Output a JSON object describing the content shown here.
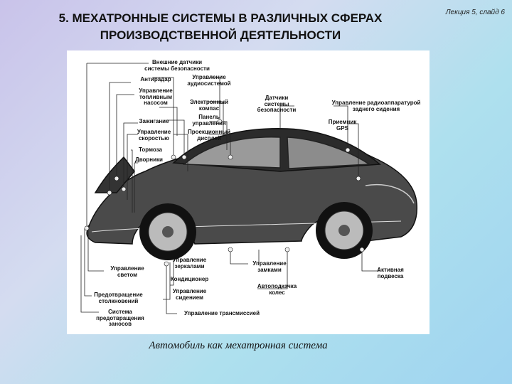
{
  "header": {
    "title_line1": "5. МЕХАТРОННЫЕ СИСТЕМЫ В РАЗЛИЧНЫХ СФЕРАХ",
    "title_line2": "ПРОИЗВОДСТВЕННОЙ ДЕЯТЕЛЬНОСТИ",
    "slide_number": "Лекция 5, слайд 6"
  },
  "figure": {
    "labels": {
      "external_sensors": "Внешние датчики\nсистемы безопасности",
      "antiradar": "Антирадар",
      "audio_control": "Управление\nаудиосистемой",
      "fuel_pump": "Управление\nтопливным\nнасосом",
      "electronic_compass": "Электронный\nкомпас",
      "safety_sensors": "Датчики\nсистемы\nбезопасности",
      "radio_seat": "Управление радиоаппаратурой\nзаднего сидения",
      "ignition": "Зажигание",
      "control_panel": "Панель\nуправления",
      "gps": "Приемник\nGPS",
      "speed_control": "Управление\nскоростью",
      "projection_display": "Проекционный\nдисплей",
      "brakes": "Тормоза",
      "wipers": "Дворники",
      "light_control": "Управление\nсветом",
      "mirror_control": "Управление\nзеркалами",
      "lock_control": "Управление\nзамками",
      "active_suspension": "Активная\nподвеска",
      "air_conditioner": "Кондиционер",
      "auto_jack": "Автоподкачка\nколес",
      "collision_prevention": "Предотвращение\nстолкновений",
      "seat_control": "Управление\nсидением",
      "skid_prevention": "Система\nпредотвращения\nзаносов",
      "transmission_control": "Управление трансмиссией"
    },
    "caption": "Автомобиль как мехатронная система"
  }
}
